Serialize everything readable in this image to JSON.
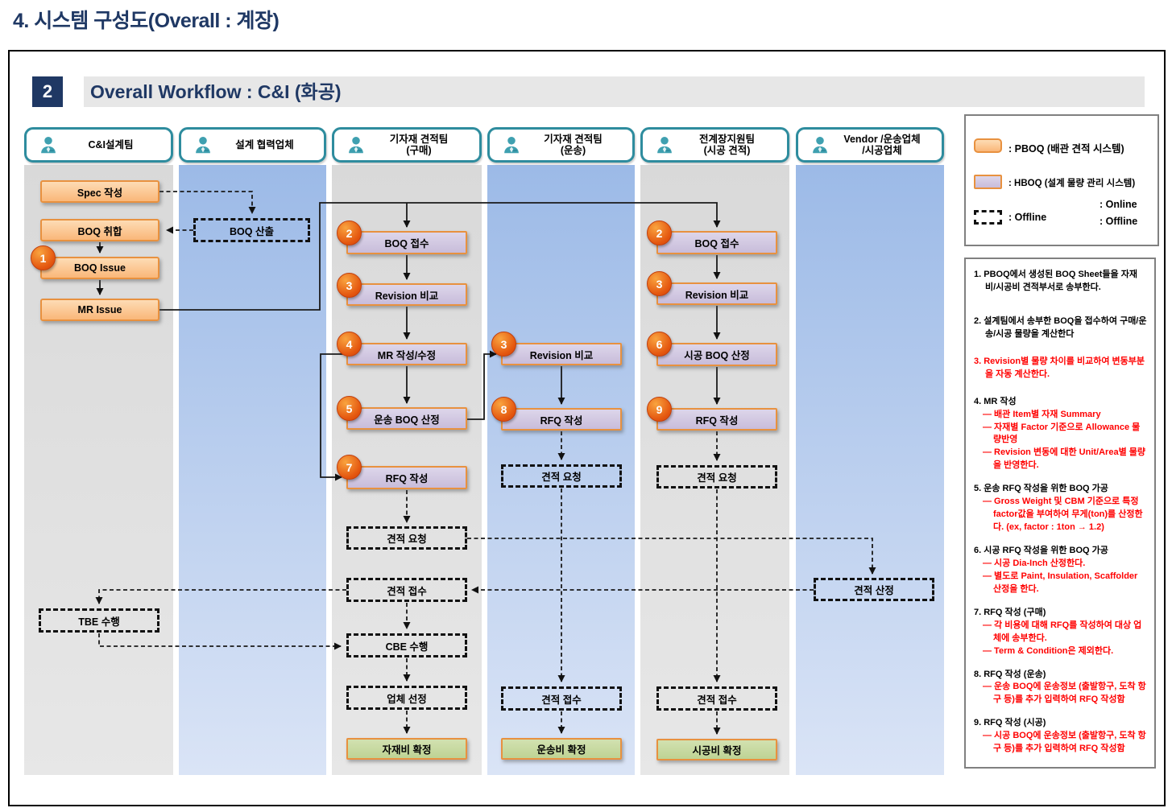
{
  "page": {
    "title": "4. 시스템 구성도(Overall : 계장)"
  },
  "header": {
    "num": "2",
    "title": "Overall Workflow : C&I (화공)"
  },
  "lanes": [
    {
      "label": "C&I설계팀"
    },
    {
      "label": "설계 협력업체"
    },
    {
      "label": "기자재 견적팀\n(구매)"
    },
    {
      "label": "기자재 견적팀\n(운송)"
    },
    {
      "label": "전계장지원팀\n(시공 견적)"
    },
    {
      "label": "Vendor /운송업체\n/시공업체"
    }
  ],
  "legend": {
    "pboq": ": PBOQ (배관 견적 시스템)",
    "hboq": ": HBOQ (설계 물량 관리 시스템)",
    "offline_box": ": Offline",
    "online_arrow": ": Online",
    "offline_arrow": ": Offline"
  },
  "nodes": {
    "spec": {
      "label": "Spec 작성"
    },
    "boq_collect": {
      "label": "BOQ 취합"
    },
    "boq_issue": {
      "label": "BOQ Issue",
      "num": "1"
    },
    "mr_issue": {
      "label": "MR Issue"
    },
    "tbe": {
      "label": "TBE 수행"
    },
    "boq_calc": {
      "label": "BOQ 산출"
    },
    "p_boq_receive": {
      "label": "BOQ 접수",
      "num": "2"
    },
    "p_revision": {
      "label": "Revision 비교",
      "num": "3"
    },
    "p_mr_edit": {
      "label": "MR 작성/수정",
      "num": "4"
    },
    "p_ship_boq": {
      "label": "운송 BOQ 산정",
      "num": "5"
    },
    "p_rfq": {
      "label": "RFQ 작성",
      "num": "7"
    },
    "p_quote_req": {
      "label": "견적 요청"
    },
    "p_quote_recv": {
      "label": "견적 접수"
    },
    "p_cbe": {
      "label": "CBE 수행"
    },
    "p_vendor_sel": {
      "label": "업체 선정"
    },
    "p_material_cost": {
      "label": "자재비 확정"
    },
    "s_revision": {
      "label": "Revision 비교",
      "num": "3"
    },
    "s_rfq": {
      "label": "RFQ 작성",
      "num": "8"
    },
    "s_quote_req": {
      "label": "견적 요청"
    },
    "s_quote_recv": {
      "label": "견적 접수"
    },
    "s_ship_cost": {
      "label": "운송비 확정"
    },
    "c_boq_receive": {
      "label": "BOQ 접수",
      "num": "2"
    },
    "c_revision": {
      "label": "Revision 비교",
      "num": "3"
    },
    "c_const_boq": {
      "label": "시공 BOQ 산정",
      "num": "6"
    },
    "c_rfq": {
      "label": "RFQ 작성",
      "num": "9"
    },
    "c_quote_req": {
      "label": "견적 요청"
    },
    "c_quote_recv": {
      "label": "견적 접수"
    },
    "c_const_cost": {
      "label": "시공비 확정"
    },
    "v_quote_calc": {
      "label": "견적 산정"
    }
  },
  "notes": [
    {
      "head": "1. PBOQ에서 생성된 BOQ Sheet들을 자재비/시공비 견적부서로 송부한다.",
      "color": "#000000",
      "bullets": []
    },
    {
      "head": "2. 설계팀에서 송부한 BOQ을 접수하여 구매/운송/시공 물량을 계산한다",
      "color": "#000000",
      "bullets": []
    },
    {
      "head": "3. Revision별 물량 차이를  비교하여 변동부분을 자동 계산한다.",
      "color": "#FF0000",
      "bullets": []
    },
    {
      "head": "4. MR 작성",
      "color": "#000000",
      "bullets": [
        "— 배관 Item별 자재 Summary",
        "— 자재별 Factor 기준으로 Allowance 물량반영",
        "— Revision 변동에 대한 Unit/Area별 물량을 반영한다."
      ]
    },
    {
      "head": "5. 운송 RFQ 작성을 위한 BOQ 가공",
      "color": "#000000",
      "bullets": [
        "— Gross Weight 및 CBM 기준으로 특정 factor값을 부여하여 무게(ton)를 산정한다. (ex, factor : 1ton → 1.2)"
      ]
    },
    {
      "head": "6. 시공 RFQ 작성을 위한 BOQ 가공",
      "color": "#000000",
      "bullets": [
        "— 시공 Dia-Inch 산정한다.",
        "— 별도로 Paint, Insulation, Scaffolder 산정을 한다."
      ]
    },
    {
      "head": "7. RFQ 작성 (구매)",
      "color": "#000000",
      "bullets": [
        "— 각 비용에 대해 RFQ를 작성하여 대상 업체에 송부한다.",
        "— Term & Condition은 제외한다."
      ]
    },
    {
      "head": "8. RFQ 작성 (운송)",
      "color": "#000000",
      "bullets": [
        "— 운송 BOQ에 운송정보 (출발항구, 도착 항구 등)를 추가 입력하여 RFQ 작성함"
      ]
    },
    {
      "head": "9. RFQ 작성 (시공)",
      "color": "#000000",
      "bullets": [
        "— 시공 BOQ에 운송정보 (출발항구, 도착 항구 등)를 추가 입력하여 RFQ 작성함"
      ]
    }
  ],
  "colors": {
    "navy": "#1F3864",
    "teal_border": "#2E8C9E",
    "accent_orange": "#E8913F",
    "badge_orange": "#E4560F",
    "note_red": "#FF0000",
    "lane_gray": "#DBDBDB",
    "lane_blue": "#9CBAE7",
    "pboq_fill": "#FBBE7E",
    "hboq_fill": "#CDC3DE",
    "confirm_green": "#C3D69B"
  }
}
